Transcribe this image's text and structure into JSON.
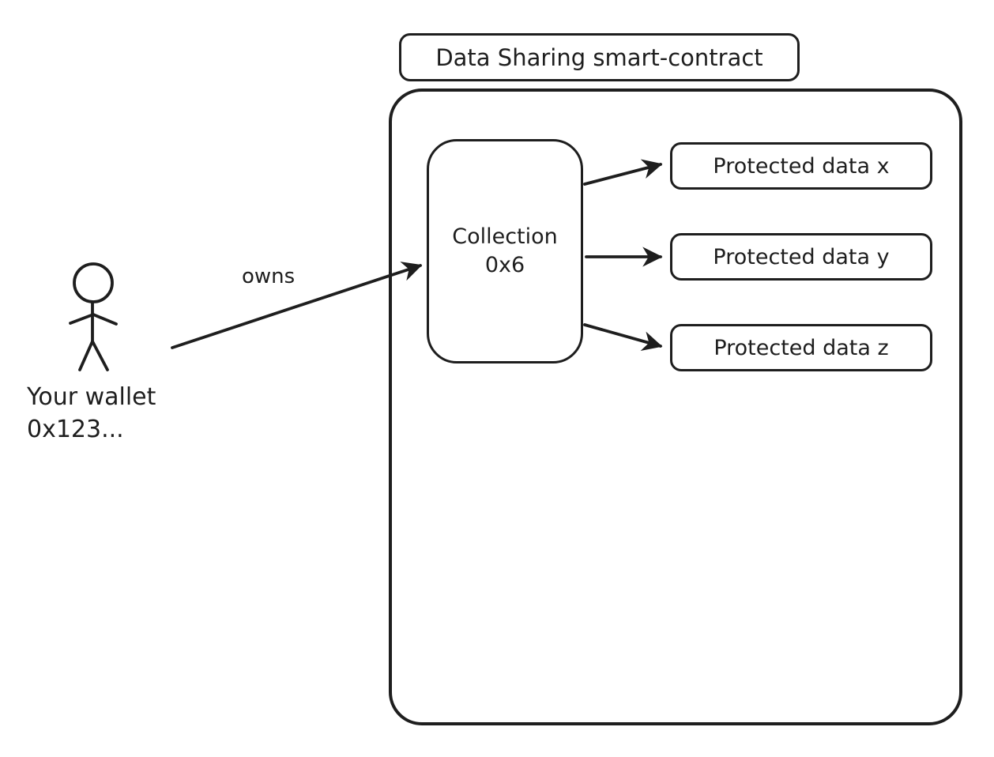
{
  "diagram": {
    "title": "Data Sharing smart-contract",
    "actor": {
      "label_line1": "Your wallet",
      "label_line2": "0x123..."
    },
    "relationship_label": "owns",
    "collection": {
      "label_line1": "Collection",
      "label_line2": "0x6"
    },
    "protected_data": [
      {
        "label": "Protected data x"
      },
      {
        "label": "Protected data y"
      },
      {
        "label": "Protected data z"
      }
    ],
    "colors": {
      "stroke": "#1e1e1e",
      "background": "#ffffff"
    }
  }
}
